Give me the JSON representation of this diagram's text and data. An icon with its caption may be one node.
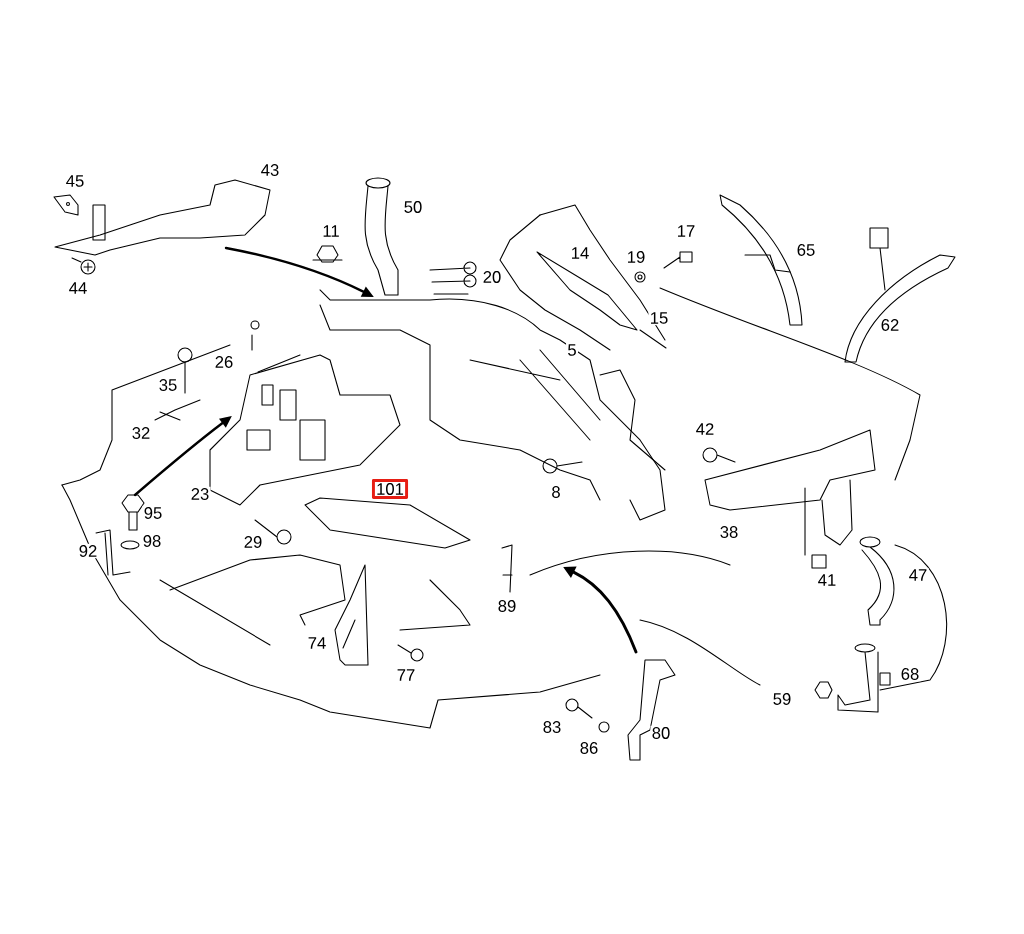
{
  "diagram": {
    "nodes": [
      {
        "text": [
          "101"
        ]
      }
    ],
    "labels": [
      "45",
      "43",
      "50",
      "11",
      "44",
      "20",
      "17",
      "14",
      "19",
      "65",
      "62",
      "15",
      "5",
      "26",
      "35",
      "32",
      "42",
      "23",
      "8",
      "95",
      "38",
      "98",
      "29",
      "92",
      "41",
      "47",
      "89",
      "74",
      "77",
      "68",
      "59",
      "83",
      "80",
      "86"
    ]
  }
}
